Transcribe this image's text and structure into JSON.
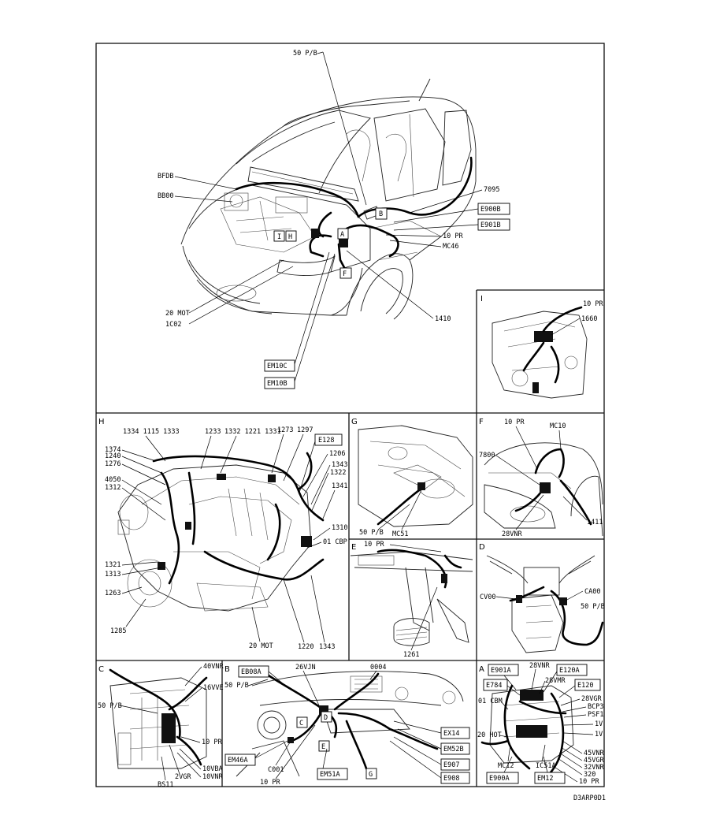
{
  "main": {
    "labels": [
      "50 P/B",
      "BFDB",
      "BB00",
      "7095",
      "10 PR",
      "MC46",
      "20 MOT",
      "1C02",
      "1410"
    ],
    "boxes": [
      "E900B",
      "E901B",
      "EM10C",
      "EM10B",
      "B",
      "A",
      "H",
      "I",
      "F"
    ]
  },
  "panel_I": {
    "letter": "I",
    "labels": [
      "10 PR",
      "1660"
    ]
  },
  "panel_H": {
    "letter": "H",
    "labels": [
      "1334 1115 1333",
      "1233",
      "1332 1221 1331",
      "1273",
      "1297",
      "1374",
      "1240",
      "1276",
      "4050",
      "1312",
      "1206",
      "1343",
      "1322",
      "1341",
      "1310",
      "01 CBP",
      "1321",
      "1313",
      "1263",
      "1285",
      "20 MOT",
      "1220",
      "1343"
    ],
    "boxes": [
      "E128"
    ]
  },
  "panel_G": {
    "letter": "G",
    "labels": [
      "50 P/B",
      "MC51"
    ]
  },
  "panel_F": {
    "letter": "F",
    "labels": [
      "10 PR",
      "MC10",
      "7800",
      "28VNR",
      "1411"
    ]
  },
  "panel_E": {
    "letter": "E",
    "labels": [
      "10 PR",
      "1261"
    ]
  },
  "panel_D": {
    "letter": "D",
    "labels": [
      "CV00",
      "CA00",
      "50 P/B"
    ]
  },
  "panel_C": {
    "letter": "C",
    "labels": [
      "40VNR",
      "16VVE",
      "50 P/B",
      "10 PR",
      "10VBA",
      "10VNR",
      "2VGR",
      "BS11"
    ]
  },
  "panel_B": {
    "letter": "B",
    "labels": [
      "26VJN",
      "0004",
      "50 P/B",
      "C001",
      "10 PR"
    ],
    "boxes": [
      "EB08A",
      "EX14",
      "EM52B",
      "E907",
      "E908",
      "EM46A",
      "EM51A",
      "C",
      "D",
      "E",
      "G"
    ]
  },
  "panel_A": {
    "letter": "A",
    "labels": [
      "28VNR",
      "28VMR",
      "28VGR",
      "BCP3",
      "PSF1",
      "1V",
      "1V",
      "45VNR",
      "45VGR",
      "32VNR",
      "320",
      "10 PR",
      "01 CBM",
      "20 HOT",
      "MC12",
      "IC51A"
    ],
    "boxes": [
      "E901A",
      "E120A",
      "E784",
      "E120",
      "E900A",
      "EM12"
    ]
  },
  "reference": "D3ARP0D1"
}
